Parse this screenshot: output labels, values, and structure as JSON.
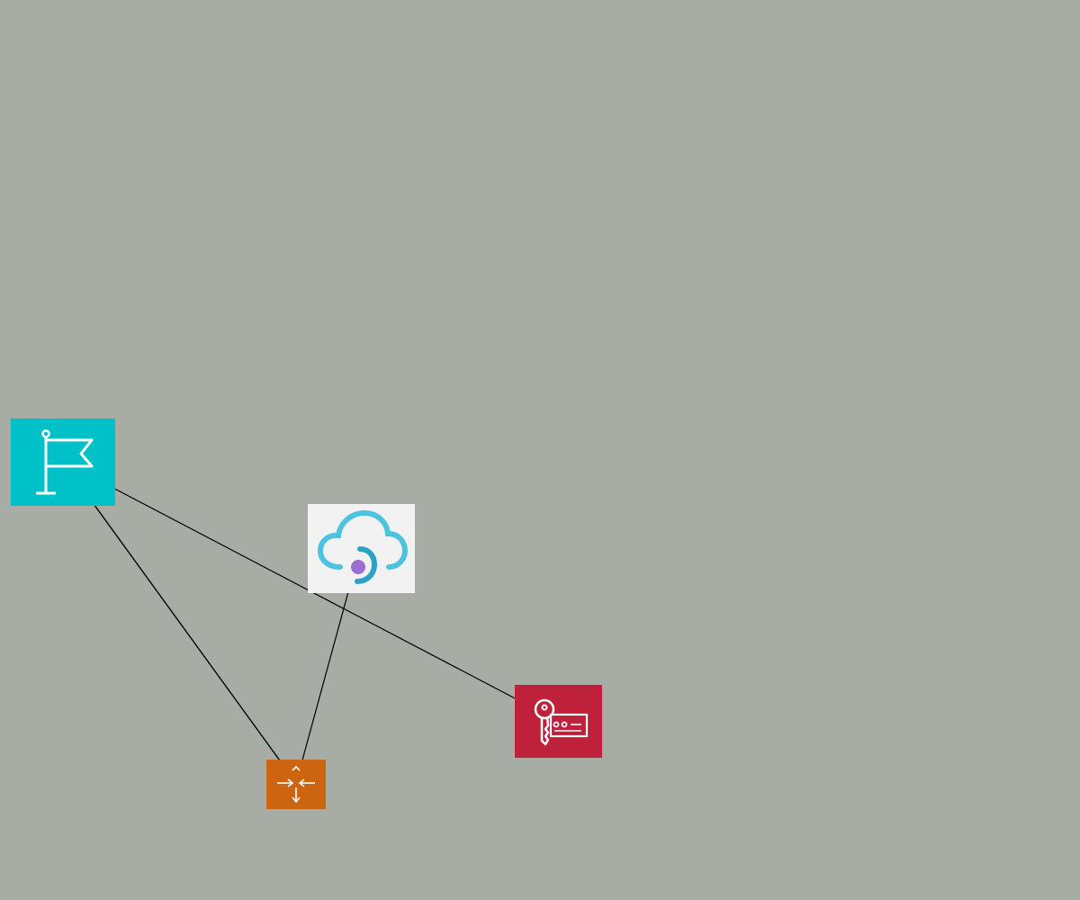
{
  "canvas": {
    "background": "#a7aca5"
  },
  "nodes": [
    {
      "id": "flag",
      "icon": "flag-icon",
      "color": "#00c1c8"
    },
    {
      "id": "cloud",
      "icon": "cloud-sync-icon",
      "color": "#f2f2f2"
    },
    {
      "id": "key",
      "icon": "key-certificate-icon",
      "color": "#c0213a"
    },
    {
      "id": "router",
      "icon": "merge-arrows-icon",
      "color": "#cd6410"
    }
  ],
  "edges": [
    {
      "from": "router",
      "to": "flag"
    },
    {
      "from": "flag",
      "to": "router"
    },
    {
      "from": "cloud",
      "to": "router"
    },
    {
      "from": "key",
      "to": "flag"
    },
    {
      "from": "flag",
      "to": "key"
    }
  ],
  "edge_color": "#000000"
}
